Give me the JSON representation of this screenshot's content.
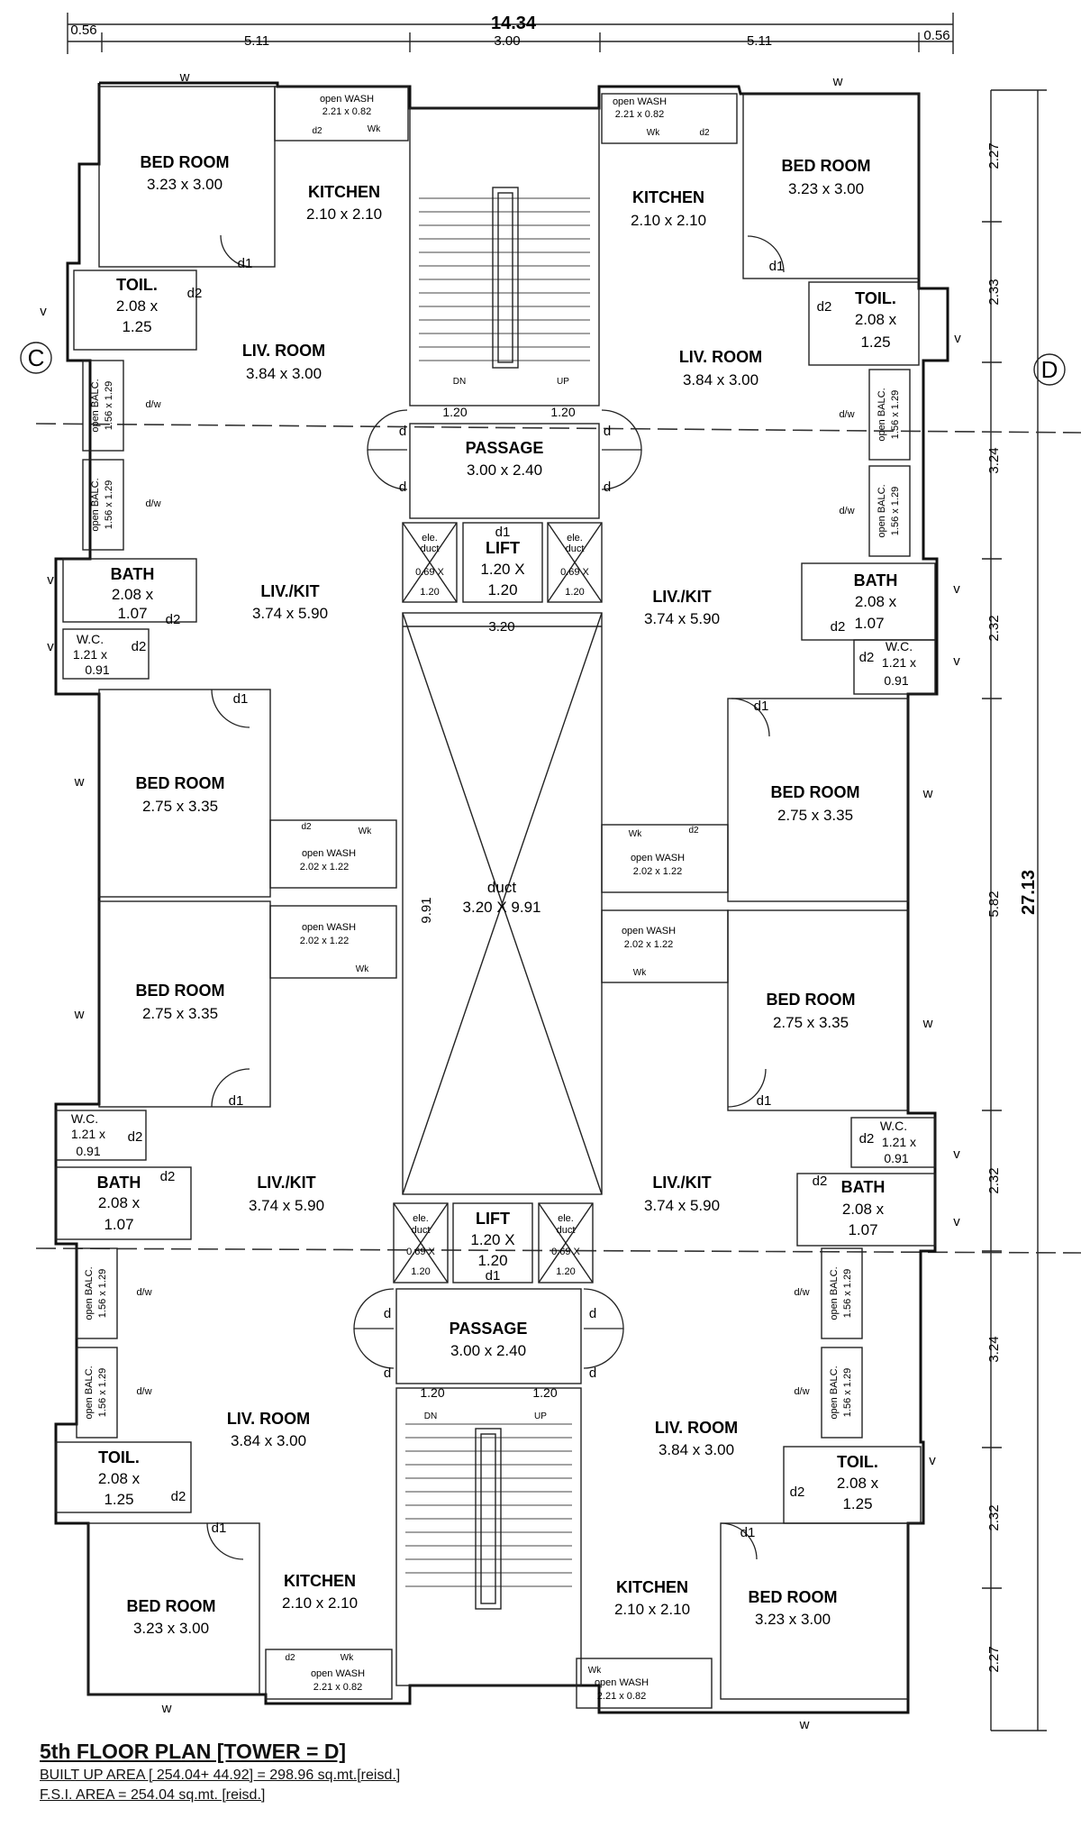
{
  "plan": {
    "dims": {
      "overall_width": "14.34",
      "left_offset": "0.56",
      "right_offset": "0.56",
      "left_width": "5.11",
      "core_width": "3.00",
      "right_width": "5.11",
      "overall_height": "27.13",
      "seg1": "2.27",
      "seg2": "2.33",
      "seg3": "3.24",
      "seg4": "2.32",
      "seg5": "5.82",
      "seg6": "2.32",
      "seg7": "3.24",
      "seg8": "2.32",
      "seg9": "2.27",
      "stair_w": "1.20",
      "duct_width": "3.20",
      "duct_height": "9.91"
    },
    "grid": {
      "left": "C",
      "right": "D"
    },
    "rooms": {
      "bedroom": "BED ROOM",
      "bed_323": "3.23 x 3.00",
      "bed_275": "2.75 x 3.35",
      "kitchen": "KITCHEN",
      "kit_dim": "2.10 x 2.10",
      "liv_room": "LIV. ROOM",
      "liv_dim": "3.84 x 3.00",
      "liv_kit": "LIV./KIT",
      "livkit_dim": "3.74 x 5.90",
      "toil": "TOIL.",
      "bath": "BATH",
      "size_208x": "2.08 x",
      "size_125": "1.25",
      "size_107": "1.07",
      "wc": "W.C.",
      "wc_121x": "1.21 x",
      "wc_091": "0.91",
      "open_wash": "open WASH",
      "wash_221": "2.21 x 0.82",
      "wash_202": "2.02 x 1.22",
      "open_balc": "open BALC.",
      "balc_dim": "1.56 x 1.29",
      "passage": "PASSAGE",
      "passage_dim": "3.00 x 2.40",
      "lift": "LIFT",
      "lift_dim_a": "1.20 X",
      "lift_dim_b": "1.20",
      "ele_duct_a": "ele.",
      "ele_duct_b": "duct",
      "ele_duct_c": "0.69 X",
      "ele_duct_d": "1.20",
      "duct": "duct",
      "duct_dim": "3.20 X 9.91"
    },
    "marks": {
      "d1": "d1",
      "d2": "d2",
      "d": "d",
      "dw": "d/w",
      "w": "w",
      "v": "v",
      "wk": "Wk",
      "dn": "DN",
      "up": "UP"
    }
  },
  "footer": {
    "title": "5th FLOOR PLAN [TOWER = D]",
    "built_up": "BUILT UP AREA [ 254.04+ 44.92] = 298.96 sq.mt.[reisd.]",
    "fsi": "F.S.I. AREA = 254.04 sq.mt. [reisd.]"
  }
}
